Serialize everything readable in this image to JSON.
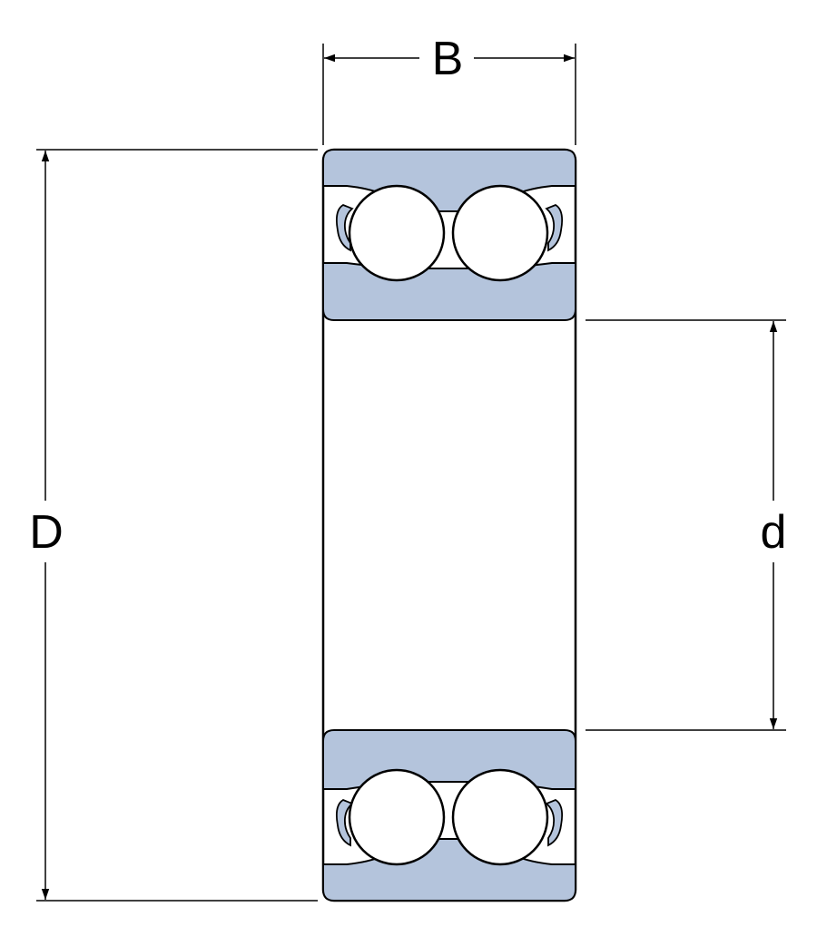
{
  "labels": {
    "width": "B",
    "outer_diameter": "D",
    "bore": "d"
  },
  "colors": {
    "ring_fill": "#b4c4dc",
    "ball_fill": "#ffffff",
    "outline": "#000000",
    "background": "#ffffff"
  }
}
